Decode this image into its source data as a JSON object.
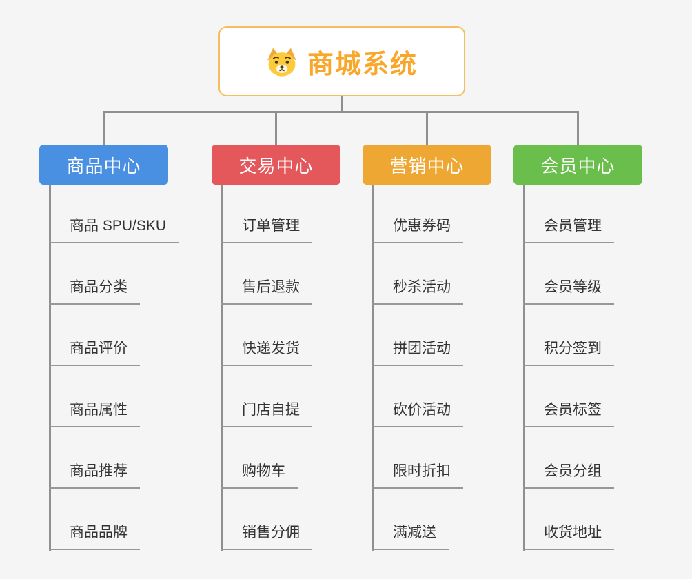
{
  "root": {
    "title": "商城系统",
    "icon": "dog-icon"
  },
  "colors": {
    "connector": "#8f8f8f",
    "root_border": "#f6be63",
    "root_title": "#f9a72b",
    "leaf_text": "#333333"
  },
  "branches": [
    {
      "label": "商品中心",
      "color": "#4A90E2",
      "children": [
        "商品 SPU/SKU",
        "商品分类",
        "商品评价",
        "商品属性",
        "商品推荐",
        "商品品牌"
      ]
    },
    {
      "label": "交易中心",
      "color": "#E4585B",
      "children": [
        "订单管理",
        "售后退款",
        "快递发货",
        "门店自提",
        "购物车",
        "销售分佣"
      ]
    },
    {
      "label": "营销中心",
      "color": "#EFA733",
      "children": [
        "优惠券码",
        "秒杀活动",
        "拼团活动",
        "砍价活动",
        "限时折扣",
        "满减送"
      ]
    },
    {
      "label": "会员中心",
      "color": "#6ABE4B",
      "children": [
        "会员管理",
        "会员等级",
        "积分签到",
        "会员标签",
        "会员分组",
        "收货地址"
      ]
    }
  ]
}
